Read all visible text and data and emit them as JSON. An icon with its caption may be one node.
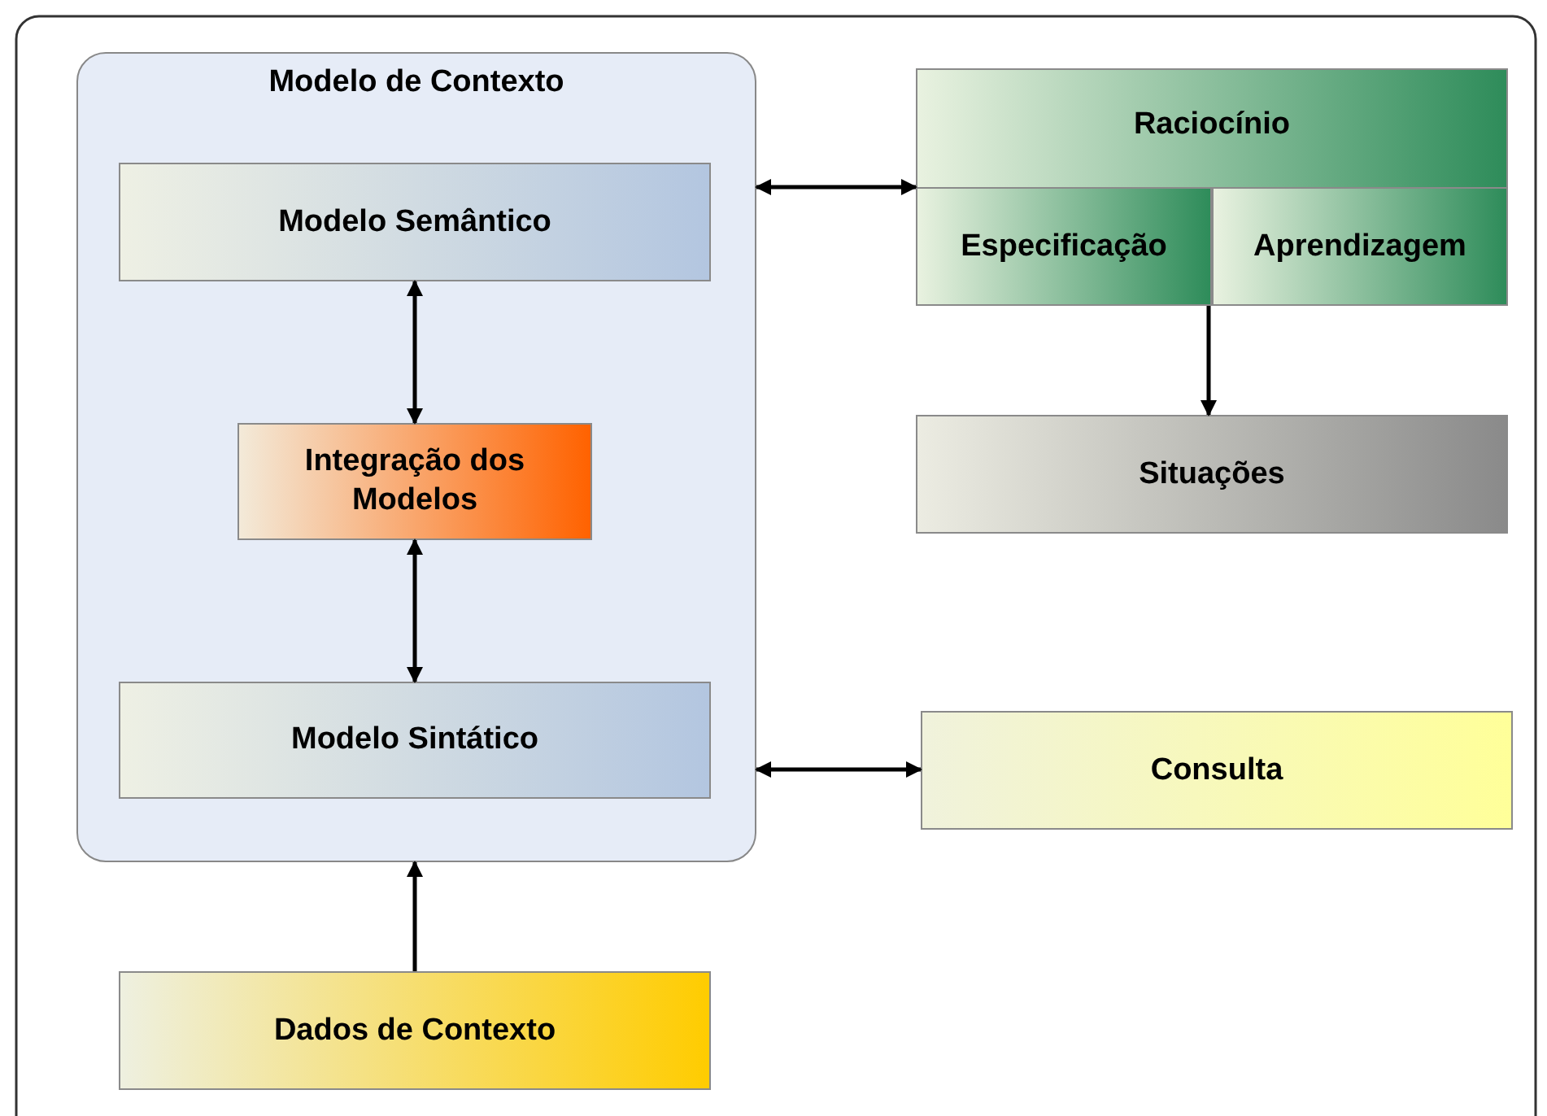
{
  "diagram": {
    "nodes": [
      {
        "text": [
          "Modelo de Contexto"
        ]
      },
      {
        "text": [
          "Modelo Semântico"
        ],
        "in": 0
      },
      {
        "text": [
          "Integração dos Modelos"
        ],
        "in": 0
      },
      {
        "text": [
          "Modelo Sintático"
        ],
        "in": 0
      },
      {
        "text": [
          "Raciocínio"
        ]
      },
      {
        "text": [
          "Especificação"
        ],
        "in": 4
      },
      {
        "text": [
          "Aprendizagem"
        ],
        "in": 4
      },
      {
        "text": [
          "Situações"
        ]
      },
      {
        "text": [
          "Consulta"
        ]
      },
      {
        "text": [
          "Dados de Contexto"
        ]
      }
    ],
    "edges": [
      {
        "from": 1,
        "to": 2,
        "arrow": "both"
      },
      {
        "from": 2,
        "to": 3,
        "arrow": "both"
      },
      {
        "from": 9,
        "to": 0,
        "arrow": "to"
      },
      {
        "from": 0,
        "to": 4,
        "arrow": "both"
      },
      {
        "from": 4,
        "to": 7,
        "arrow": "to"
      },
      {
        "from": 0,
        "to": 8,
        "arrow": "both"
      }
    ]
  }
}
